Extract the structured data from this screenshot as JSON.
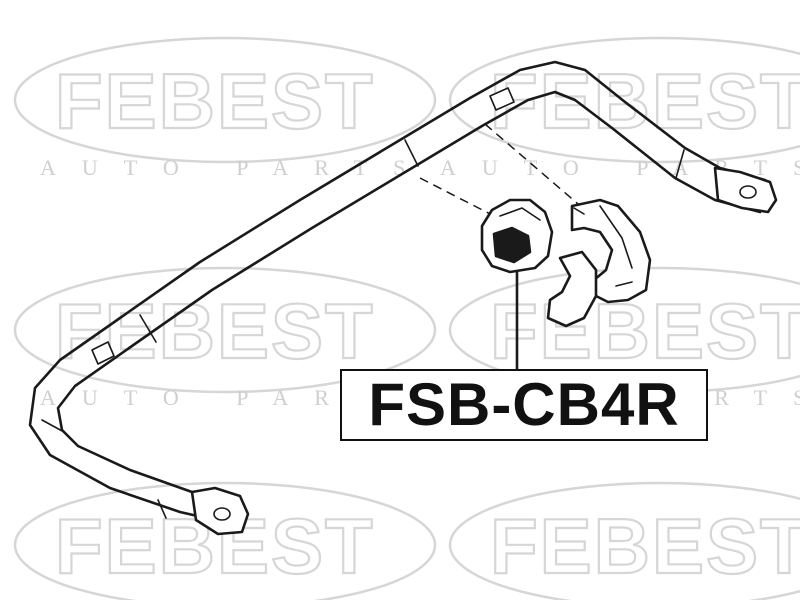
{
  "watermark": {
    "brand": "FEBEST",
    "tagline": "AUTO PARTS"
  },
  "diagram": {
    "part_number": "FSB-CB4R",
    "components": {
      "stabilizer_bar": "stabilizer-bar",
      "bushing": "stabilizer-bushing",
      "bracket": "bushing-bracket"
    }
  }
}
